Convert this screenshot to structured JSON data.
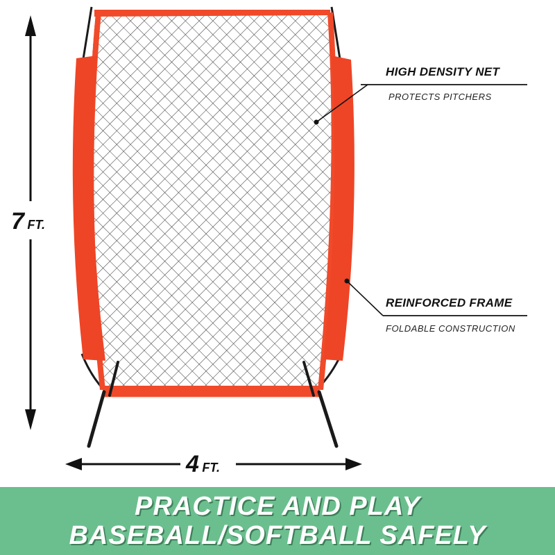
{
  "image": {
    "subject": "pitching protection net with orange padded frame on black stand",
    "colors": {
      "background": "#ffffff",
      "frame_orange": "#f04a2a",
      "net": "#333333",
      "stand": "#1a1a1a",
      "banner_green": "#6bbf8e",
      "banner_text": "#ffffff"
    }
  },
  "dimensions": {
    "height": {
      "value": "7",
      "unit": "FT."
    },
    "width": {
      "value": "4",
      "unit": "FT."
    }
  },
  "callouts": [
    {
      "title": "HIGH DENSITY NET",
      "subtitle": "PROTECTS PITCHERS"
    },
    {
      "title": "REINFORCED FRAME",
      "subtitle": "FOLDABLE CONSTRUCTION"
    }
  ],
  "banner": {
    "line1": "PRACTICE AND PLAY",
    "line2": "BASEBALL/SOFTBALL SAFELY"
  }
}
